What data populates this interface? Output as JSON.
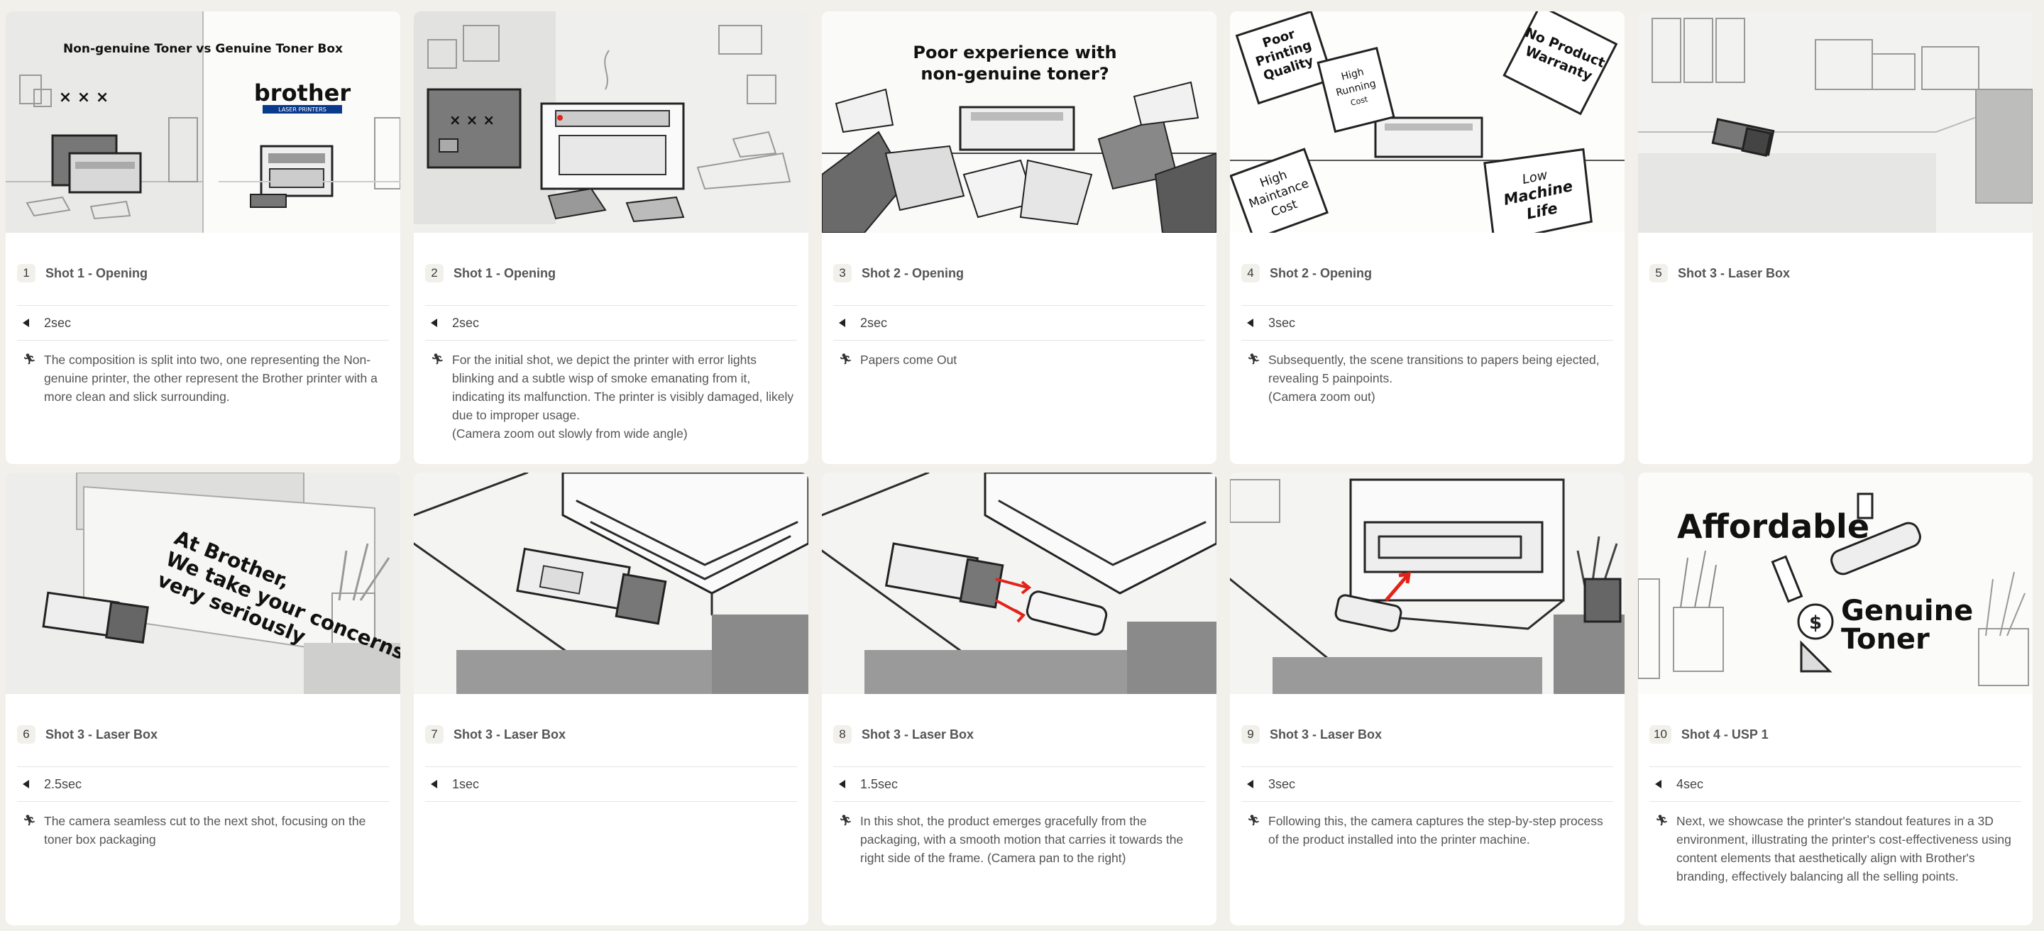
{
  "frames": [
    {
      "num": "1",
      "title": "Shot 1 - Opening",
      "duration": "2sec",
      "action": "The composition is split into two, one representing the Non-genuine printer, the other represent the Brother printer with a more clean and slick surrounding.",
      "art": {
        "title": "Non-genuine Toner vs Genuine Toner Box",
        "marks": "× × ×",
        "logo": "brother",
        "logo_sub": "LASER PRINTERS"
      }
    },
    {
      "num": "2",
      "title": "Shot 1 - Opening",
      "duration": "2sec",
      "action": "For the initial shot, we depict the printer with error lights blinking and a subtle wisp of smoke emanating from it, indicating its malfunction. The printer is visibly damaged, likely due to improper usage.\n(Camera zoom out slowly from wide angle)",
      "art": {
        "marks": "× × ×"
      }
    },
    {
      "num": "3",
      "title": "Shot 2 - Opening",
      "duration": "2sec",
      "action": "Papers come Out",
      "art": {
        "line1": "Poor experience with",
        "line2": "non-genuine toner?"
      }
    },
    {
      "num": "4",
      "title": "Shot 2 - Opening",
      "duration": "3sec",
      "action": "Subsequently, the scene transitions to papers being ejected, revealing 5 painpoints.\n(Camera zoom out)",
      "art": {
        "p1": [
          "Poor",
          "Printing",
          "Quality"
        ],
        "p2": [
          "High",
          "Running",
          "Cost"
        ],
        "p3": [
          "No Product",
          "Warranty"
        ],
        "p4": [
          "High",
          "Maintance",
          "Cost"
        ],
        "p5": [
          "Low",
          "Machine",
          "Life"
        ]
      }
    },
    {
      "num": "5",
      "title": "Shot 3 - Laser Box",
      "duration": "",
      "action": "",
      "art": {}
    },
    {
      "num": "6",
      "title": "Shot 3 - Laser Box",
      "duration": "2.5sec",
      "action": "The camera seamless cut  to the next shot, focusing on the toner box packaging",
      "art": {
        "l1": "At Brother,",
        "l2": "We take your concerns",
        "l3": "very seriously"
      }
    },
    {
      "num": "7",
      "title": "Shot 3 - Laser Box",
      "duration": "1sec",
      "action": "",
      "art": {}
    },
    {
      "num": "8",
      "title": "Shot 3 - Laser Box",
      "duration": "1.5sec",
      "action": "In this shot, the product emerges gracefully from the packaging, with a smooth motion that carries it towards the right side of the frame. (Camera pan to the right)",
      "art": {}
    },
    {
      "num": "9",
      "title": "Shot 3 - Laser Box",
      "duration": "3sec",
      "action": "Following this, the camera captures the step-by-step process of the product installed into the printer machine.",
      "art": {}
    },
    {
      "num": "10",
      "title": "Shot 4 - USP 1",
      "duration": "4sec",
      "action": "Next, we showcase the printer's standout features in a 3D environment, illustrating the printer's cost-effectiveness using content elements that aesthetically align with Brother's branding, effectively balancing all the selling points.",
      "art": {
        "big": "Affordable",
        "g1": "Genuine",
        "g2": "Toner"
      }
    }
  ],
  "colors": {
    "background": "#f1f0ea",
    "card": "#ffffff",
    "accent_red": "#e2231a",
    "brother_blue": "#0a3a8c"
  }
}
